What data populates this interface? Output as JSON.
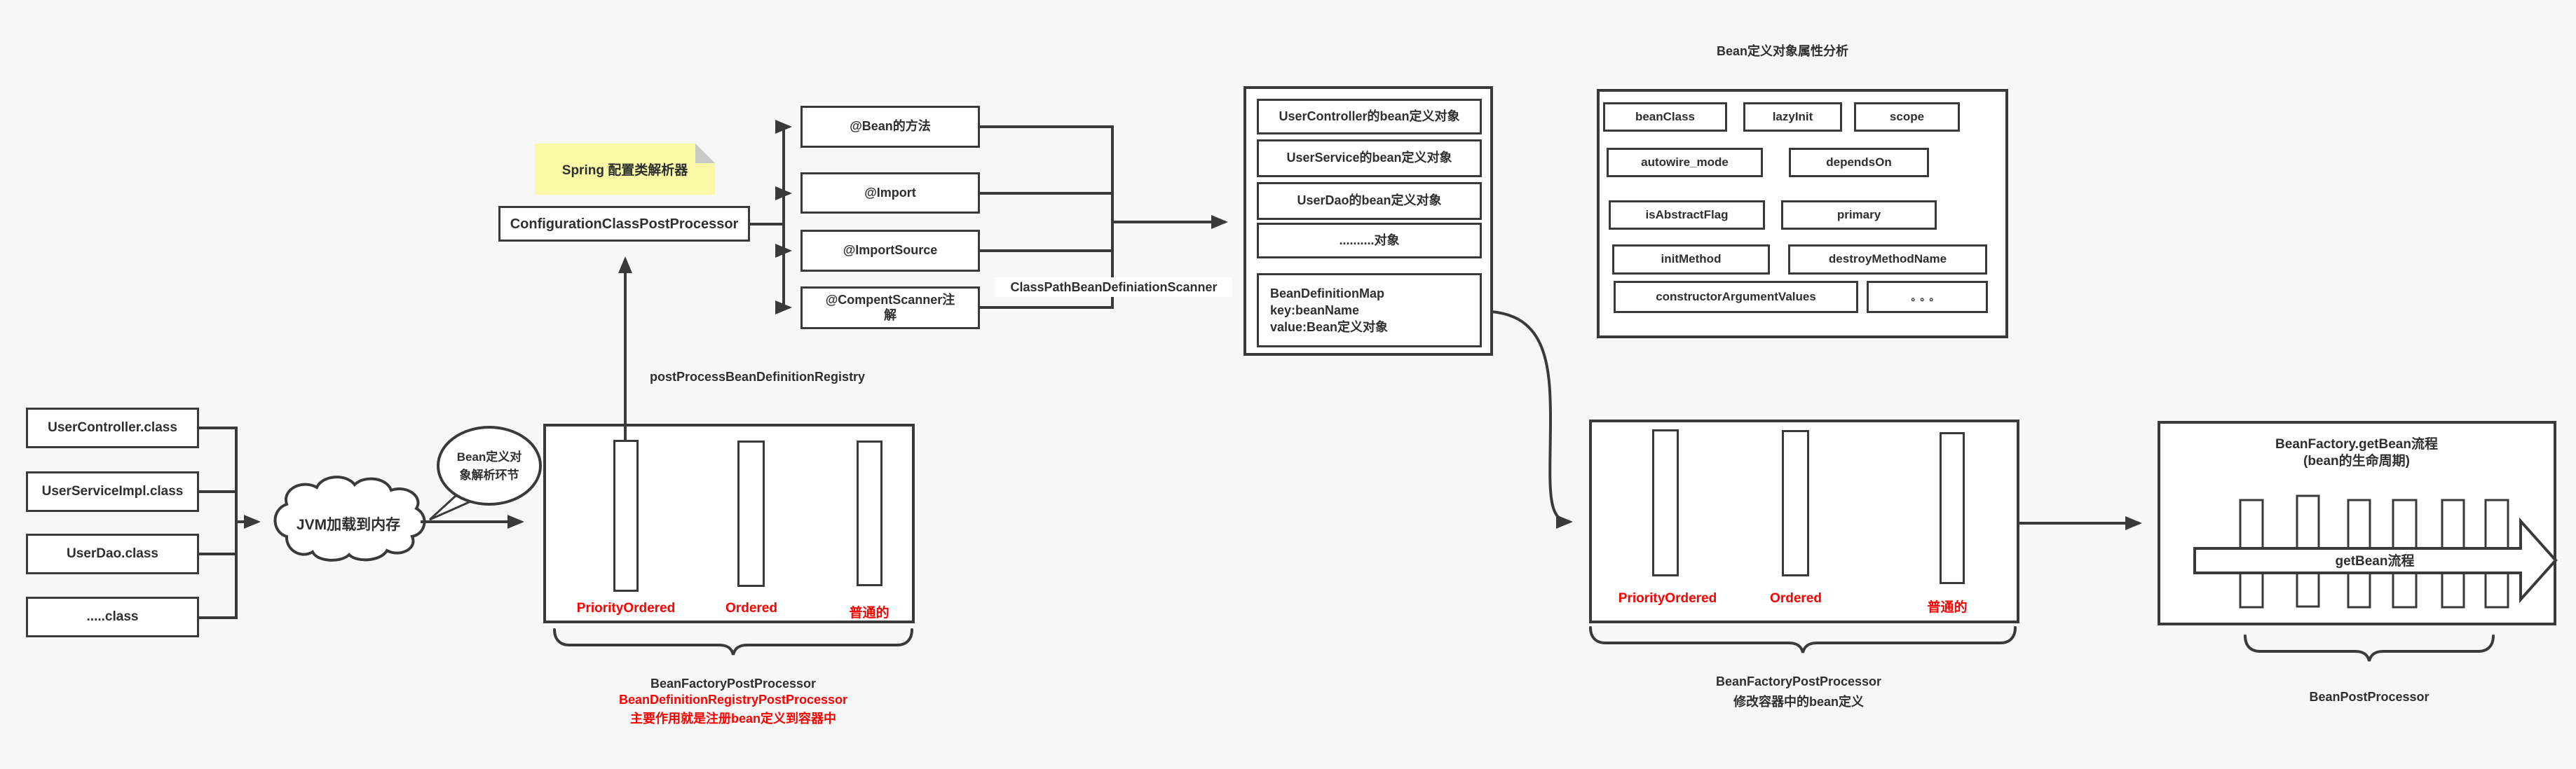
{
  "colors": {
    "background": "#f7f7f7",
    "line": "#3a3a3a",
    "box_fill": "#ffffff",
    "red_accent": "#fe0000",
    "note_fill": "#f9f9a6",
    "note_fold": "#c9c9c9",
    "text": "#2f2f2f"
  },
  "classes": {
    "items": [
      "UserController.class",
      "UserServiceImpl.class",
      "UserDao.class",
      ".....class"
    ]
  },
  "cloud": {
    "label": "JVM加载到内存"
  },
  "bubble": {
    "label": "Bean定义对\n象解析环节"
  },
  "note": {
    "label": "Spring 配置类解析器"
  },
  "config_box": {
    "label": "ConfigurationClassPostProcessor"
  },
  "method_label": {
    "label": "postProcessBeanDefinitionRegistry"
  },
  "annotations": {
    "items": [
      "@Bean的方法",
      "@Import",
      "@ImportSource",
      "@CompentScanner注解"
    ]
  },
  "scanner": {
    "label": "ClassPathBeanDefiniationScanner"
  },
  "bean_defs": {
    "items": [
      "UserController的bean定义对象",
      "UserService的bean定义对象",
      "UserDao的bean定义对象",
      "..........对象"
    ],
    "map_label": "BeanDefinitionMap\nkey:beanName\nvalue:Bean定义对象"
  },
  "attr_panel": {
    "title": "Bean定义对象属性分析",
    "items": [
      "beanClass",
      "lazyInit",
      "scope",
      "autowire_mode",
      "dependsOn",
      "isAbstractFlag",
      "primary",
      "initMethod",
      "destroyMethodName",
      "constructorArgumentValues",
      "。。。"
    ]
  },
  "registry": {
    "order_labels": [
      "PriorityOrdered",
      "Ordered",
      "普通的"
    ],
    "caption_dark": "BeanFactoryPostProcessor",
    "caption_red1": "BeanDefinitionRegistryPostProcessor",
    "caption_red2": "主要作用就是注册bean定义到容器中"
  },
  "factory": {
    "order_labels": [
      "PriorityOrdered",
      "Ordered",
      "普通的"
    ],
    "caption_line1": "BeanFactoryPostProcessor",
    "caption_line2": "修改容器中的bean定义"
  },
  "getbean": {
    "title_line1": "BeanFactory.getBean流程",
    "title_line2": "(bean的生命周期)",
    "arrow_label": "getBean流程",
    "caption": "BeanPostProcessor"
  }
}
